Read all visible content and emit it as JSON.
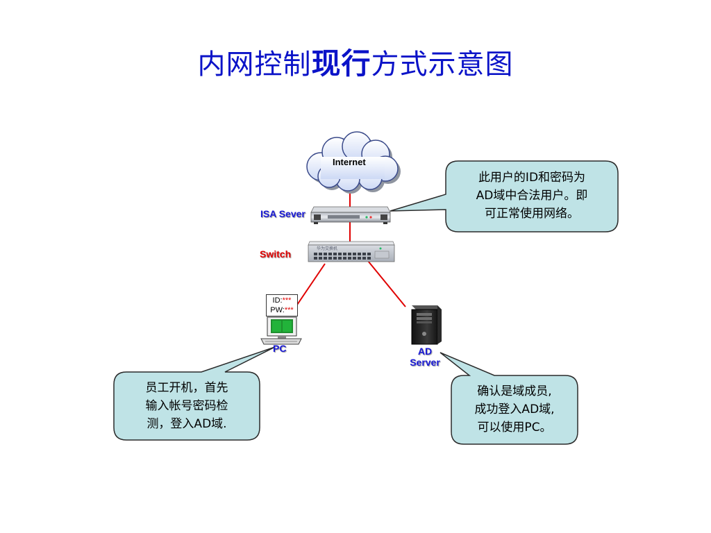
{
  "title": {
    "part1": "内网控制",
    "emphasis": "现行",
    "part2": "方式示意图"
  },
  "nodes": {
    "internet": "Internet",
    "isa": "ISA Sever",
    "switch": "Switch",
    "switch_panel": "华为交换机",
    "pc": "PC",
    "ad_server": "AD Server"
  },
  "credentials": {
    "id_label": "ID:",
    "id_value": "***",
    "pw_label": "PW:",
    "pw_value": "***"
  },
  "callouts": {
    "isa": [
      "此用户的ID和密码为",
      "AD域中合法用户。即",
      "可正常使用网络。"
    ],
    "pc": [
      "员工开机，首先",
      "输入帐号密码检",
      "测，登入AD域."
    ],
    "ad": [
      "确认是域成员,",
      "成功登入AD域,",
      "可以使用PC。"
    ]
  },
  "colors": {
    "title": "#0b13c8",
    "link_line": "#e00000",
    "callout_fill": "#bfe3e6",
    "label_blue": "#1a1ad6",
    "label_red": "#e00000"
  }
}
